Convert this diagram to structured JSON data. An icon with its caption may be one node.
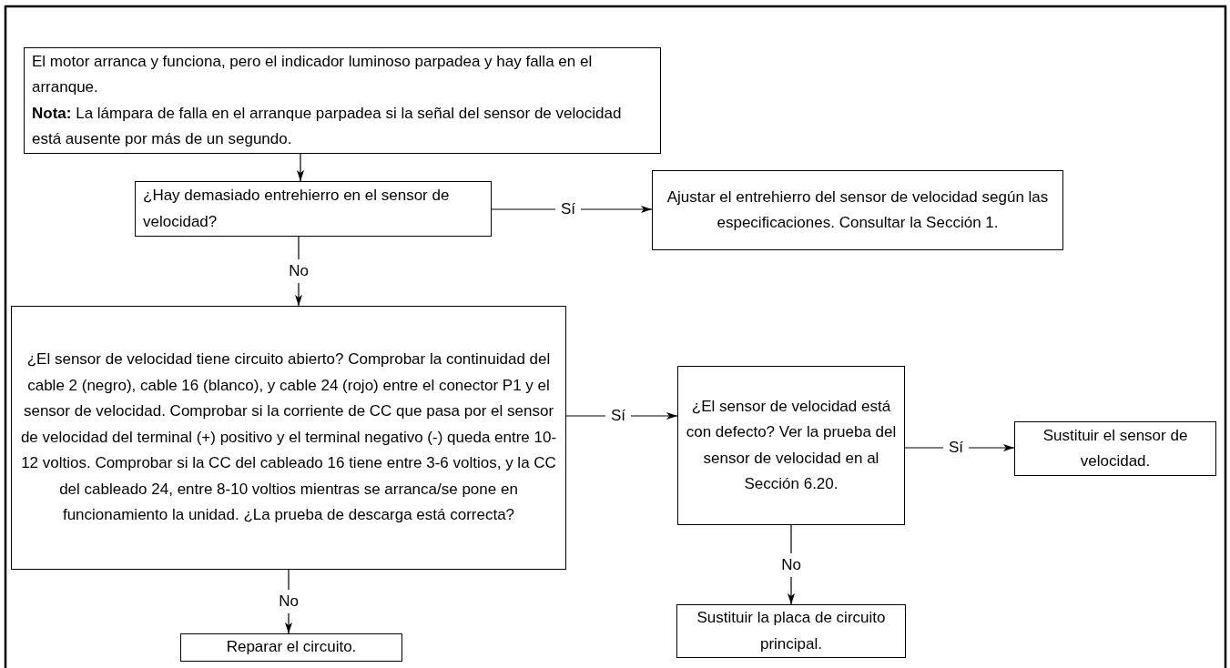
{
  "diagram": {
    "nodes": [
      {
        "text": [
          "El motor arranca y funciona, pero el indicador luminoso parpadea y hay falla en el arranque.",
          "**Nota:** La lámpara de falla en el arranque parpadea si la señal del sensor de velocidad está ausente por más de un segundo."
        ]
      },
      {
        "text": [
          "¿Hay demasiado entrehierro en el sensor de velocidad?"
        ]
      },
      {
        "text": [
          "Ajustar el entrehierro del sensor de velocidad según las especificaciones. Consultar la Sección 1."
        ]
      },
      {
        "text": [
          "¿El sensor de velocidad tiene circuito abierto? Comprobar la continuidad del cable 2 (negro), cable 16 (blanco), y cable 24 (rojo) entre el conector P1 y el sensor de velocidad. Comprobar si la corriente de CC que pasa por el sensor de velocidad del terminal (+) positivo y el terminal negativo (-) queda entre 10-12 voltios. Comprobar si la CC del cableado 16 tiene entre 3-6 voltios, y la CC del cableado 24, entre 8-10 voltios mientras se arranca/se pone en funcionamiento la unidad. ¿La prueba de descarga está correcta?"
        ]
      },
      {
        "text": [
          "¿El sensor de velocidad está con defecto? Ver la prueba del sensor de velocidad en al Sección 6.20."
        ]
      },
      {
        "text": [
          "Sustituir el sensor de velocidad."
        ]
      },
      {
        "text": [
          "Reparar el circuito."
        ]
      },
      {
        "text": [
          "Sustituir la placa de circuito principal."
        ]
      }
    ],
    "edges": [
      {
        "from": 0,
        "to": 1,
        "arrow": "to"
      },
      {
        "from": 1,
        "to": 2,
        "arrow": "to",
        "label": "Sí"
      },
      {
        "from": 1,
        "to": 3,
        "arrow": "to",
        "label": "No"
      },
      {
        "from": 3,
        "to": 4,
        "arrow": "to",
        "label": "Sí"
      },
      {
        "from": 4,
        "to": 5,
        "arrow": "to",
        "label": "Sí"
      },
      {
        "from": 3,
        "to": 6,
        "arrow": "to",
        "label": "No"
      },
      {
        "from": 4,
        "to": 7,
        "arrow": "to",
        "label": "No"
      }
    ]
  }
}
